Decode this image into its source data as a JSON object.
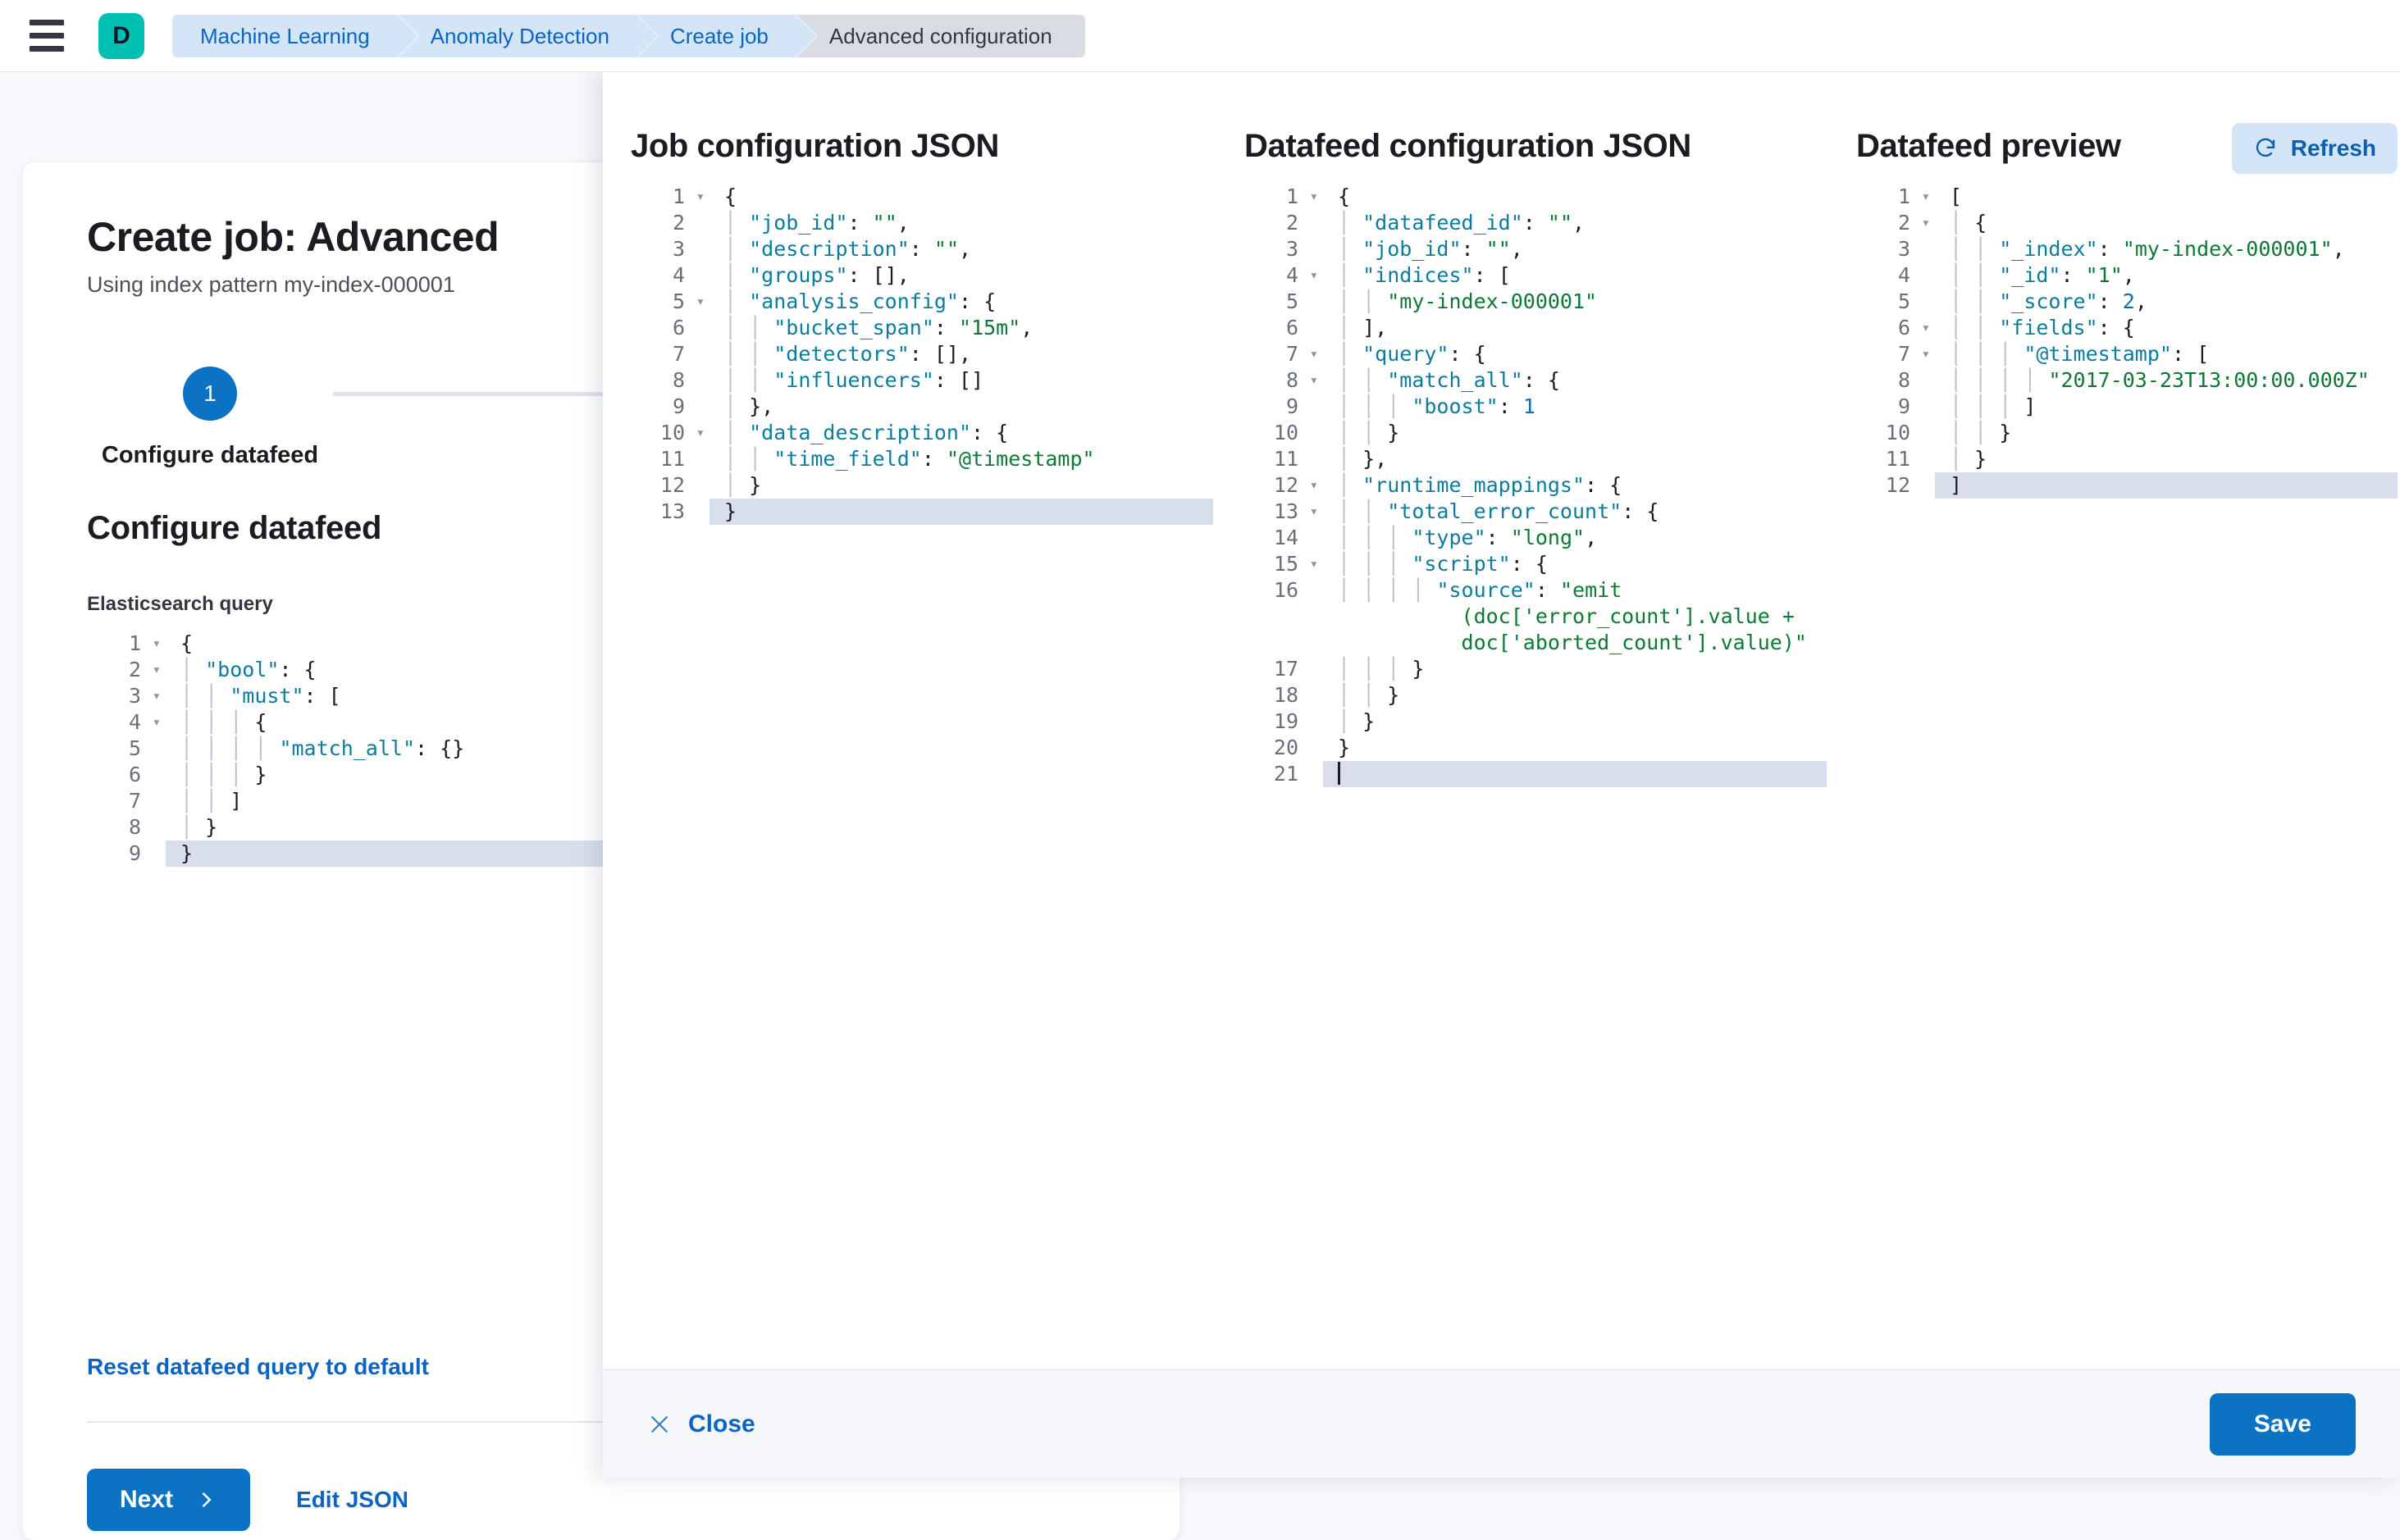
{
  "topbar": {
    "menu_icon": "hamburger-icon",
    "logo_letter": "D",
    "breadcrumbs": [
      {
        "label": "Machine Learning",
        "current": false
      },
      {
        "label": "Anomaly Detection",
        "current": false
      },
      {
        "label": "Create job",
        "current": false
      },
      {
        "label": "Advanced configuration",
        "current": true
      }
    ]
  },
  "wizard": {
    "title": "Create job: Advanced",
    "subtitle": "Using index pattern my-index-000001",
    "step_number": "1",
    "step_label": "Configure datafeed",
    "section_title": "Configure datafeed",
    "query_field_label": "Elasticsearch query",
    "reset_link": "Reset datafeed query to default",
    "next_label": "Next",
    "next_icon": "chevron-right-icon",
    "edit_json_label": "Edit JSON"
  },
  "elasticsearch_query_editor": {
    "active_line": 9,
    "lines": [
      {
        "n": 1,
        "fold": true,
        "text": "{"
      },
      {
        "n": 2,
        "fold": true,
        "text": "  \"bool\": {"
      },
      {
        "n": 3,
        "fold": true,
        "text": "    \"must\": ["
      },
      {
        "n": 4,
        "fold": true,
        "text": "      {"
      },
      {
        "n": 5,
        "fold": false,
        "text": "        \"match_all\": {}"
      },
      {
        "n": 6,
        "fold": false,
        "text": "      }"
      },
      {
        "n": 7,
        "fold": false,
        "text": "    ]"
      },
      {
        "n": 8,
        "fold": false,
        "text": "  }"
      },
      {
        "n": 9,
        "fold": false,
        "text": "}"
      }
    ]
  },
  "flyout": {
    "job_config": {
      "title": "Job configuration JSON",
      "active_line": 13,
      "lines": [
        {
          "n": 1,
          "fold": true,
          "text": "{"
        },
        {
          "n": 2,
          "fold": false,
          "text": "  \"job_id\": \"\","
        },
        {
          "n": 3,
          "fold": false,
          "text": "  \"description\": \"\","
        },
        {
          "n": 4,
          "fold": false,
          "text": "  \"groups\": [],"
        },
        {
          "n": 5,
          "fold": true,
          "text": "  \"analysis_config\": {"
        },
        {
          "n": 6,
          "fold": false,
          "text": "    \"bucket_span\": \"15m\","
        },
        {
          "n": 7,
          "fold": false,
          "text": "    \"detectors\": [],"
        },
        {
          "n": 8,
          "fold": false,
          "text": "    \"influencers\": []"
        },
        {
          "n": 9,
          "fold": false,
          "text": "  },"
        },
        {
          "n": 10,
          "fold": true,
          "text": "  \"data_description\": {"
        },
        {
          "n": 11,
          "fold": false,
          "text": "    \"time_field\": \"@timestamp\""
        },
        {
          "n": 12,
          "fold": false,
          "text": "  }"
        },
        {
          "n": 13,
          "fold": false,
          "text": "}"
        }
      ]
    },
    "datafeed_config": {
      "title": "Datafeed configuration JSON",
      "active_line": 21,
      "lines": [
        {
          "n": 1,
          "fold": true,
          "text": "{"
        },
        {
          "n": 2,
          "fold": false,
          "text": "  \"datafeed_id\": \"\","
        },
        {
          "n": 3,
          "fold": false,
          "text": "  \"job_id\": \"\","
        },
        {
          "n": 4,
          "fold": true,
          "text": "  \"indices\": ["
        },
        {
          "n": 5,
          "fold": false,
          "text": "    \"my-index-000001\""
        },
        {
          "n": 6,
          "fold": false,
          "text": "  ],"
        },
        {
          "n": 7,
          "fold": true,
          "text": "  \"query\": {"
        },
        {
          "n": 8,
          "fold": true,
          "text": "    \"match_all\": {"
        },
        {
          "n": 9,
          "fold": false,
          "text": "      \"boost\": 1"
        },
        {
          "n": 10,
          "fold": false,
          "text": "    }"
        },
        {
          "n": 11,
          "fold": false,
          "text": "  },"
        },
        {
          "n": 12,
          "fold": true,
          "text": "  \"runtime_mappings\": {"
        },
        {
          "n": 13,
          "fold": true,
          "text": "    \"total_error_count\": {"
        },
        {
          "n": 14,
          "fold": false,
          "text": "      \"type\": \"long\","
        },
        {
          "n": 15,
          "fold": true,
          "text": "      \"script\": {"
        },
        {
          "n": 16,
          "fold": false,
          "text": "        \"source\": \"emit\n          (doc['error_count'].value +\n          doc['aborted_count'].value)\""
        },
        {
          "n": 17,
          "fold": false,
          "text": "      }"
        },
        {
          "n": 18,
          "fold": false,
          "text": "    }"
        },
        {
          "n": 19,
          "fold": false,
          "text": "  }"
        },
        {
          "n": 20,
          "fold": false,
          "text": "}"
        },
        {
          "n": 21,
          "fold": false,
          "text": ""
        }
      ]
    },
    "preview": {
      "title": "Datafeed preview",
      "refresh_label": "Refresh",
      "refresh_icon": "refresh-icon",
      "active_line": 12,
      "lines": [
        {
          "n": 1,
          "fold": true,
          "text": "["
        },
        {
          "n": 2,
          "fold": true,
          "text": "  {"
        },
        {
          "n": 3,
          "fold": false,
          "text": "    \"_index\": \"my-index-000001\","
        },
        {
          "n": 4,
          "fold": false,
          "text": "    \"_id\": \"1\","
        },
        {
          "n": 5,
          "fold": false,
          "text": "    \"_score\": 2,"
        },
        {
          "n": 6,
          "fold": true,
          "text": "    \"fields\": {"
        },
        {
          "n": 7,
          "fold": true,
          "text": "      \"@timestamp\": ["
        },
        {
          "n": 8,
          "fold": false,
          "text": "        \"2017-03-23T13:00:00.000Z\""
        },
        {
          "n": 9,
          "fold": false,
          "text": "      ]"
        },
        {
          "n": 10,
          "fold": false,
          "text": "    }"
        },
        {
          "n": 11,
          "fold": false,
          "text": "  }"
        },
        {
          "n": 12,
          "fold": false,
          "text": "]"
        }
      ]
    },
    "footer": {
      "close_label": "Close",
      "close_icon": "close-x-icon",
      "save_label": "Save"
    }
  },
  "colors": {
    "primary": "#0b72c4",
    "accent": "#00bfb3",
    "link": "#0b64c4",
    "string": "#0a7a35",
    "key": "#0a7c9e"
  }
}
